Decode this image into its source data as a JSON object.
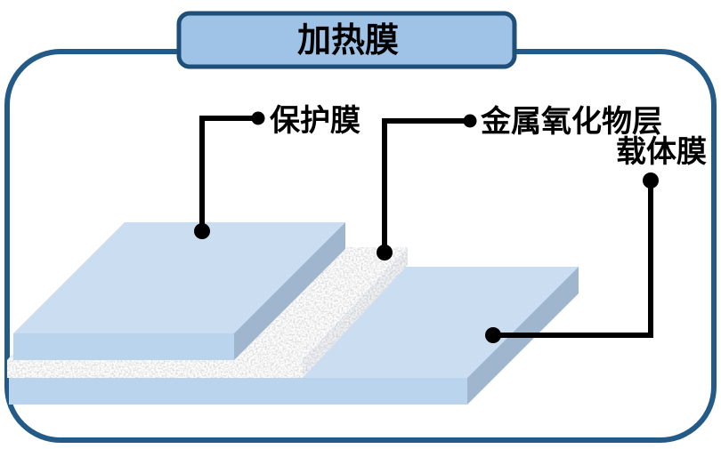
{
  "title": {
    "text": "加热膜"
  },
  "labels": {
    "protective_film": "保护膜",
    "metal_oxide_layer": "金属氧化物层",
    "carrier_film": "载体膜"
  },
  "colors": {
    "outline_navy": "#245A87",
    "title_border_navy": "#1F4E79",
    "title_fill": "#9FC3E7",
    "layer_top_face": "#CBDDF1",
    "layer_front_face": "#BBD4ED",
    "layer_side_face": "#A0B6CF",
    "speckle_base": "#FFFFFF",
    "callout": "#000000"
  }
}
